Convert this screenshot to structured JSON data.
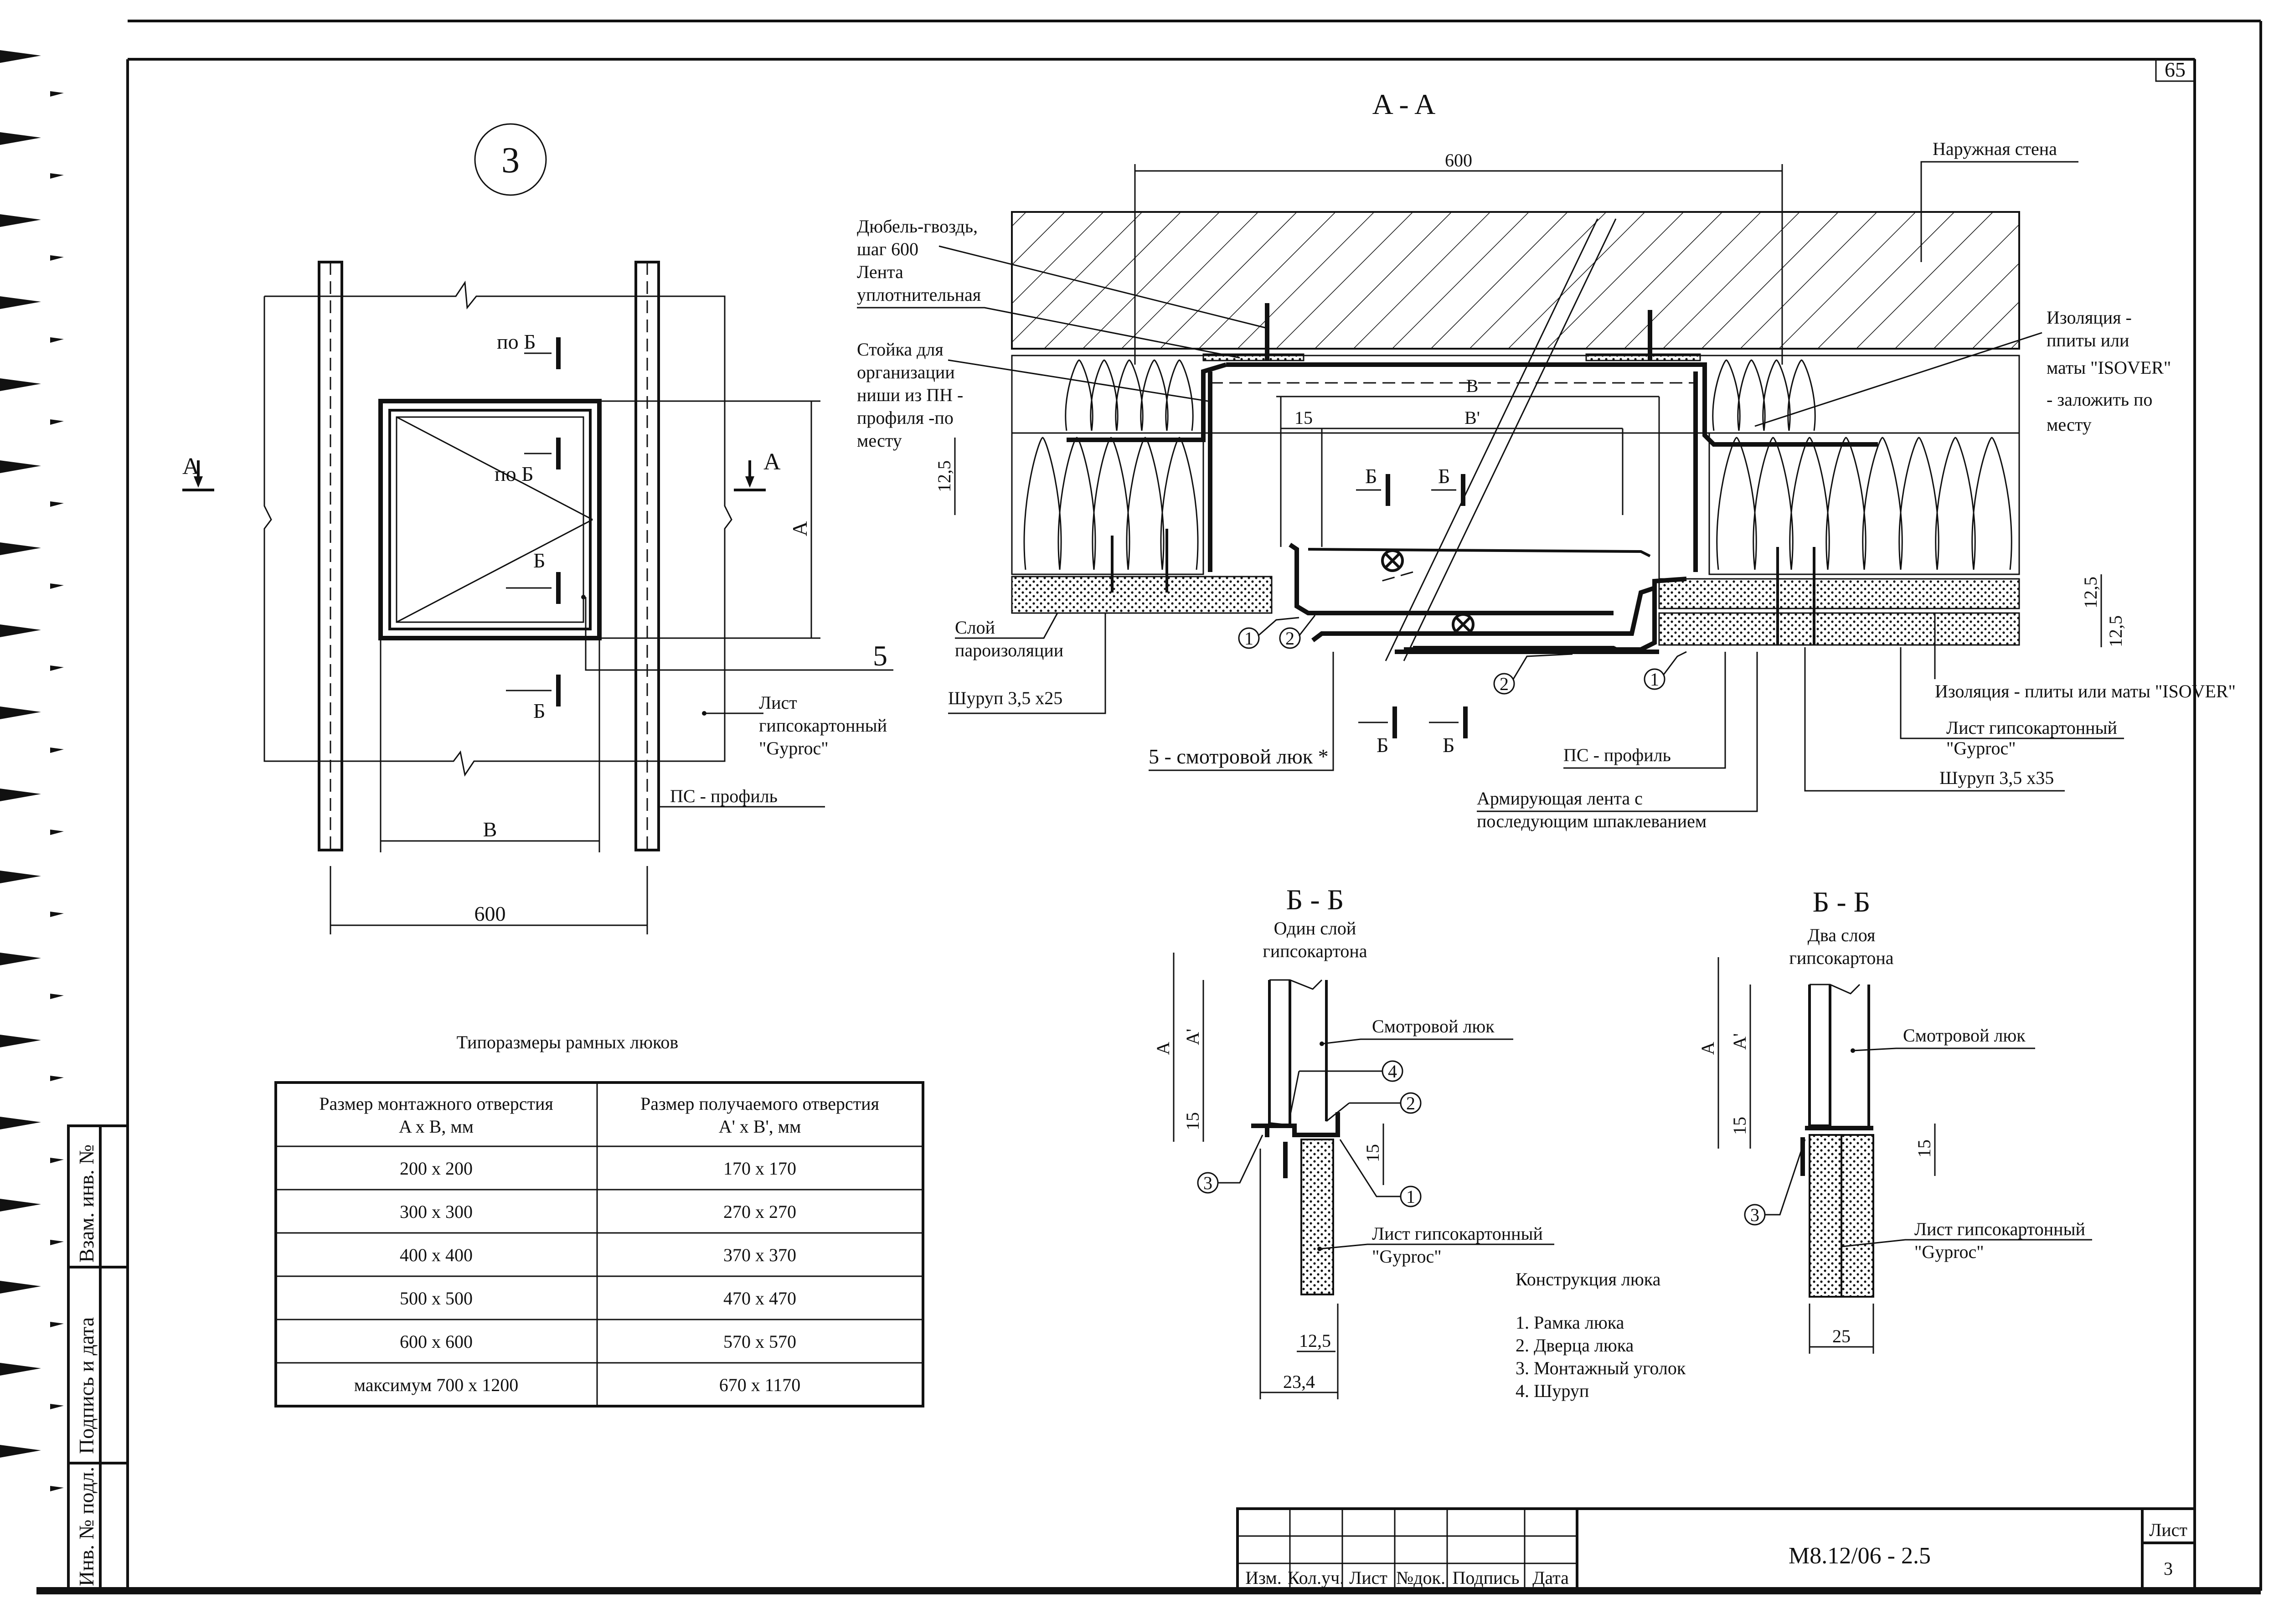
{
  "sheet": {
    "page_number": "65",
    "doc_code": "M8.12/06 - 2.5",
    "sheet_label": "Лист",
    "sheet_number": "3"
  },
  "stamp": {
    "columns": [
      "Изм.",
      "Кол.уч.",
      "Лист",
      "№док.",
      "Подпись",
      "Дата"
    ],
    "side": [
      "Взам. инв. №",
      "Подпись и дата",
      "Инв. № подл."
    ]
  },
  "plan": {
    "view_number": "3",
    "dim_600": "600",
    "dim_B": "B",
    "dim_A": "A",
    "section_A": "A",
    "section_b": "Б",
    "po_b": "по Б",
    "callout_5": "5",
    "sheet_label": [
      "Лист",
      "гипсокартонный",
      "\"Gyproc\""
    ],
    "profile_label": "ПС - профиль"
  },
  "section_aa": {
    "title": "A - A",
    "dim_600": "600",
    "dim_B": "B",
    "dim_B_prime": "B'",
    "dim_15": "15",
    "dim_12_5": "12,5",
    "outer_wall": "Наружная стена",
    "dowel": [
      "Дюбель-гвоздь,",
      "шаг 600"
    ],
    "tape": [
      "Лента",
      "уплотнительная"
    ],
    "stud": [
      "Стойка для",
      "организации",
      "ниши из ПН -",
      "профиля -по",
      "месту"
    ],
    "vapor": [
      "Слой",
      "пароизоляции"
    ],
    "screw_25": "Шуруп 3,5 х25",
    "hatch_callout": "5 - смотровой люк *",
    "ps_profile": "ПС - профиль",
    "tape_reinforce": [
      "Армирующая лента с",
      "последующим шпаклеванием"
    ],
    "insulation_right": [
      "Изоляция -",
      "ппиты или",
      "маты  \"ISOVER\"",
      " - заложить по",
      "месту"
    ],
    "insulation_bottom": "Изоляция - плиты или маты  \"ISOVER\"",
    "gkl_label": [
      "Лист гипсокартонный",
      "\"Gyproc\""
    ],
    "screw_35": "Шуруп 3,5 х35",
    "b_letter": "Б",
    "markers": [
      "1",
      "2",
      "2",
      "1"
    ]
  },
  "bb_left": {
    "title": "Б - Б",
    "subtitle": [
      "Один слой",
      "гипсокартона"
    ],
    "hatch": "Смотровой люк",
    "gkl": [
      "Лист гипсокартонный",
      "\"Gyproc\""
    ],
    "dim_A": "A",
    "dim_A_prime": "A'",
    "dim_15": "15",
    "dim_12_5": "12,5",
    "dim_23_4": "23,4",
    "markers": [
      "4",
      "2",
      "3",
      "1"
    ]
  },
  "bb_right": {
    "title": "Б - Б",
    "subtitle": [
      "Два слоя",
      "гипсокартона"
    ],
    "hatch": "Смотровой люк",
    "gkl": [
      "Лист гипсокартонный",
      "\"Gyproc\""
    ],
    "dim_A": "A",
    "dim_A_prime": "A'",
    "dim_15": "15",
    "dim_25": "25",
    "marker": "3"
  },
  "construction": {
    "title": "Конструкция люка",
    "items": [
      "1. Рамка люка",
      "2. Дверца люка",
      "3. Монтажный уголок",
      "4. Шуруп"
    ]
  },
  "table": {
    "title": "Типоразмеры рамных люков",
    "headers": [
      [
        "Размер монтажного отверстия",
        "A x B, мм"
      ],
      [
        "Размер получаемого отверстия",
        "A' x B', мм"
      ]
    ],
    "rows": [
      [
        "200 x 200",
        "170 x 170"
      ],
      [
        "300 x 300",
        "270 x 270"
      ],
      [
        "400 x 400",
        "370 x 370"
      ],
      [
        "500 x 500",
        "470 x 470"
      ],
      [
        "600 x 600",
        "570 x 570"
      ],
      [
        "максимум 700 x 1200",
        "670 x 1170"
      ]
    ]
  }
}
